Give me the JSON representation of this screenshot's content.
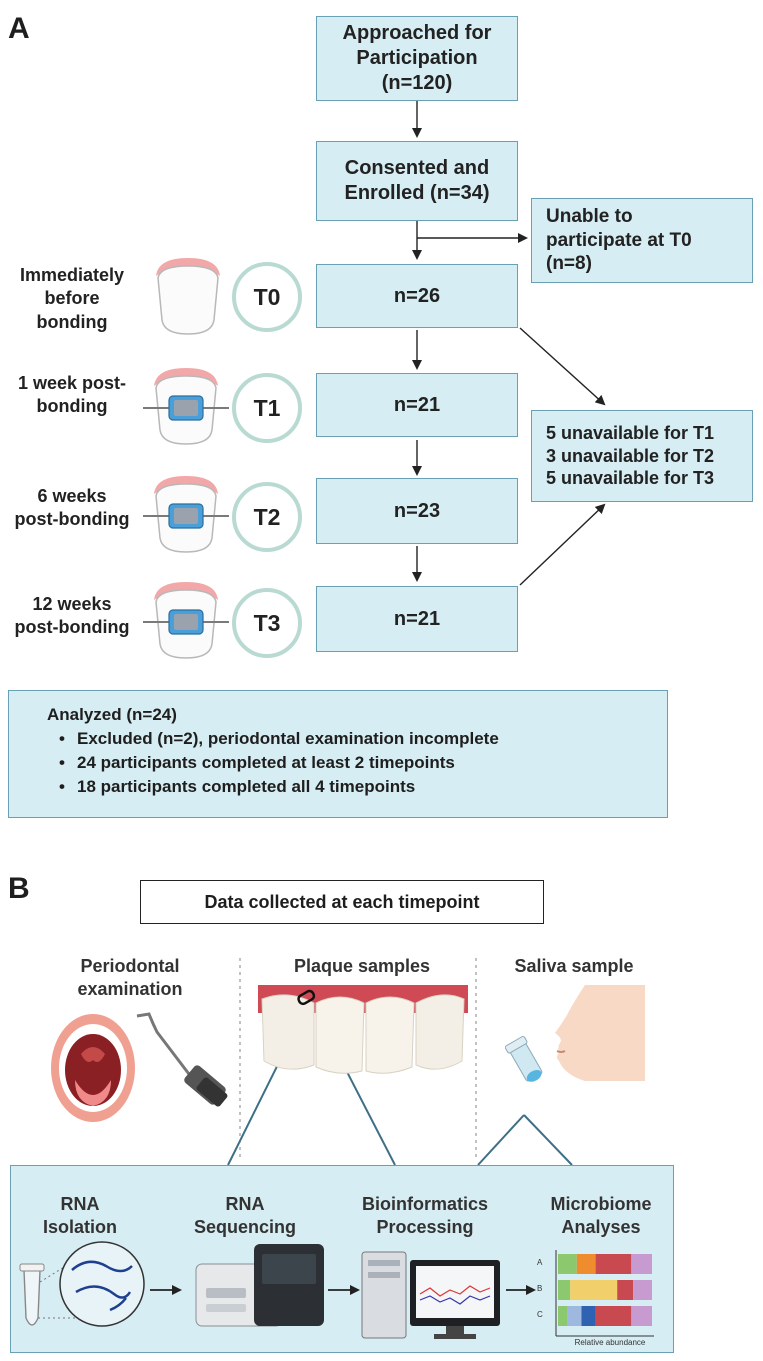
{
  "panel_a": {
    "letter": "A",
    "approached": [
      "Approached for",
      "Participation",
      "(n=120)"
    ],
    "consented": [
      "Consented and",
      "Enrolled (n=34)"
    ],
    "unable": [
      "Unable to",
      "participate at T0",
      "(n=8)"
    ],
    "unavailable": [
      "5 unavailable for T1",
      "3 unavailable for T2",
      "5 unavailable for T3"
    ],
    "timepoints": [
      {
        "id": "T0",
        "label": [
          "Immediately",
          "before",
          "bonding"
        ],
        "count": "n=26",
        "bracket": false
      },
      {
        "id": "T1",
        "label": [
          "1 week post-",
          "bonding"
        ],
        "count": "n=21",
        "bracket": true
      },
      {
        "id": "T2",
        "label": [
          "6 weeks",
          "post-bonding"
        ],
        "count": "n=23",
        "bracket": true
      },
      {
        "id": "T3",
        "label": [
          "12 weeks",
          "post-bonding"
        ],
        "count": "n=21",
        "bracket": true
      }
    ],
    "analyzed": {
      "title": "Analyzed (n=24)",
      "bullets": [
        "Excluded (n=2), periodontal examination incomplete",
        "24 participants completed at least 2 timepoints",
        "18 participants completed all 4 timepoints"
      ]
    }
  },
  "panel_b": {
    "letter": "B",
    "header": "Data collected at each timepoint",
    "sources": [
      [
        "Periodontal",
        "examination"
      ],
      [
        "Plaque samples"
      ],
      [
        "Saliva sample"
      ]
    ],
    "steps": [
      [
        "RNA",
        "Isolation"
      ],
      [
        "RNA",
        "Sequencing"
      ],
      [
        "Bioinformatics",
        "Processing"
      ],
      [
        "Microbiome",
        "Analyses"
      ]
    ],
    "abundance_chart": {
      "rows": [
        "A",
        "B",
        "C"
      ],
      "xlabel": "Relative abundance"
    }
  },
  "colors": {
    "box_fill": "#d6edf3",
    "box_border": "#6aa0b4",
    "circle_border": "#b9dad2",
    "gum": "#f2a8a8",
    "bracket": "#4a9fd8"
  }
}
